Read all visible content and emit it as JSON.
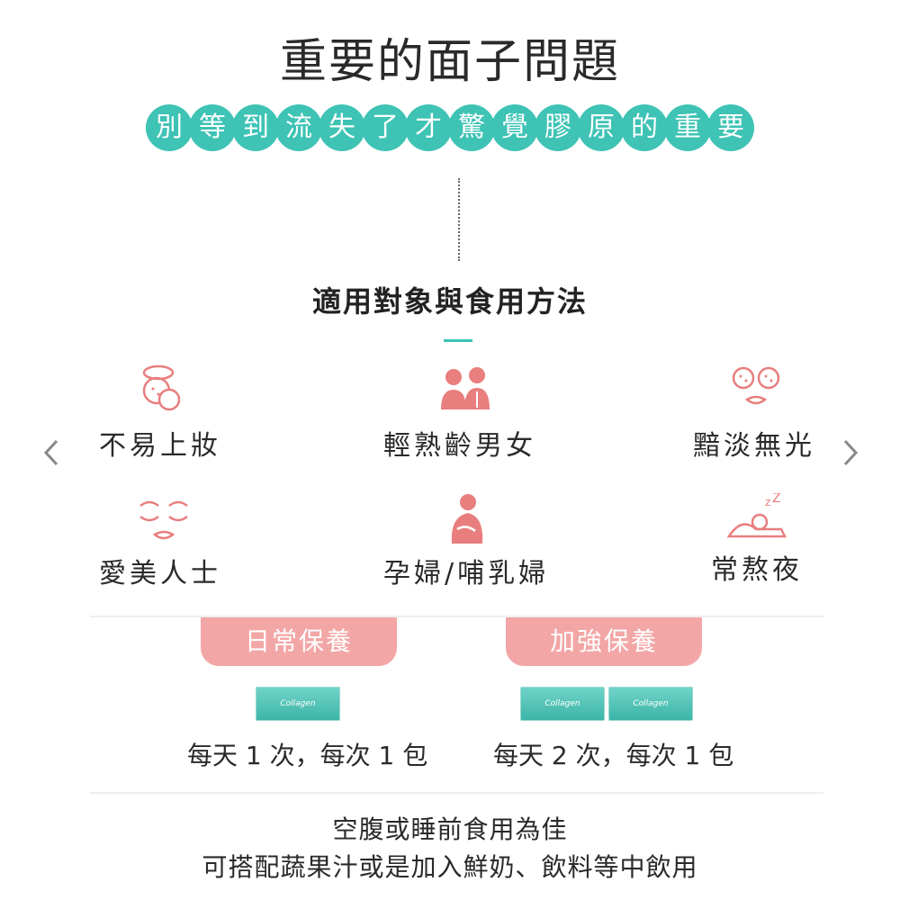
{
  "header": {
    "title": "重要的面子問題",
    "subtitle_chars": [
      "別",
      "等",
      "到",
      "流",
      "失",
      "了",
      "才",
      "驚",
      "覺",
      "膠",
      "原",
      "的",
      "重",
      "要"
    ]
  },
  "section": {
    "title": "適用對象與食用方法"
  },
  "colors": {
    "accent_teal": "#3ec3b5",
    "accent_pink": "#f3a6a6",
    "icon_pink": "#e87e7e"
  },
  "carousel": {
    "prev_icon": "chevron-left-icon",
    "next_icon": "chevron-right-icon",
    "items": [
      {
        "icon": "compact-powder-icon",
        "label": "不易上妝"
      },
      {
        "icon": "couple-icon",
        "label": "輕熟齡男女"
      },
      {
        "icon": "dull-face-icon",
        "label": "黯淡無光"
      },
      {
        "icon": "beauty-face-icon",
        "label": "愛美人士"
      },
      {
        "icon": "nursing-mother-icon",
        "label": "孕婦/哺乳婦"
      },
      {
        "icon": "sleeping-person-icon",
        "label": "常熬夜"
      }
    ]
  },
  "usage": {
    "daily": {
      "title": "日常保養",
      "dose": "每天 1 次，每次 1 包",
      "packet_label": "Collagen"
    },
    "boost": {
      "title": "加強保養",
      "dose": "每天 2 次，每次 1 包",
      "packet_label": "Collagen"
    }
  },
  "notes": {
    "line1": "空腹或睡前食用為佳",
    "line2": "可搭配蔬果汁或是加入鮮奶、飲料等中飲用"
  }
}
